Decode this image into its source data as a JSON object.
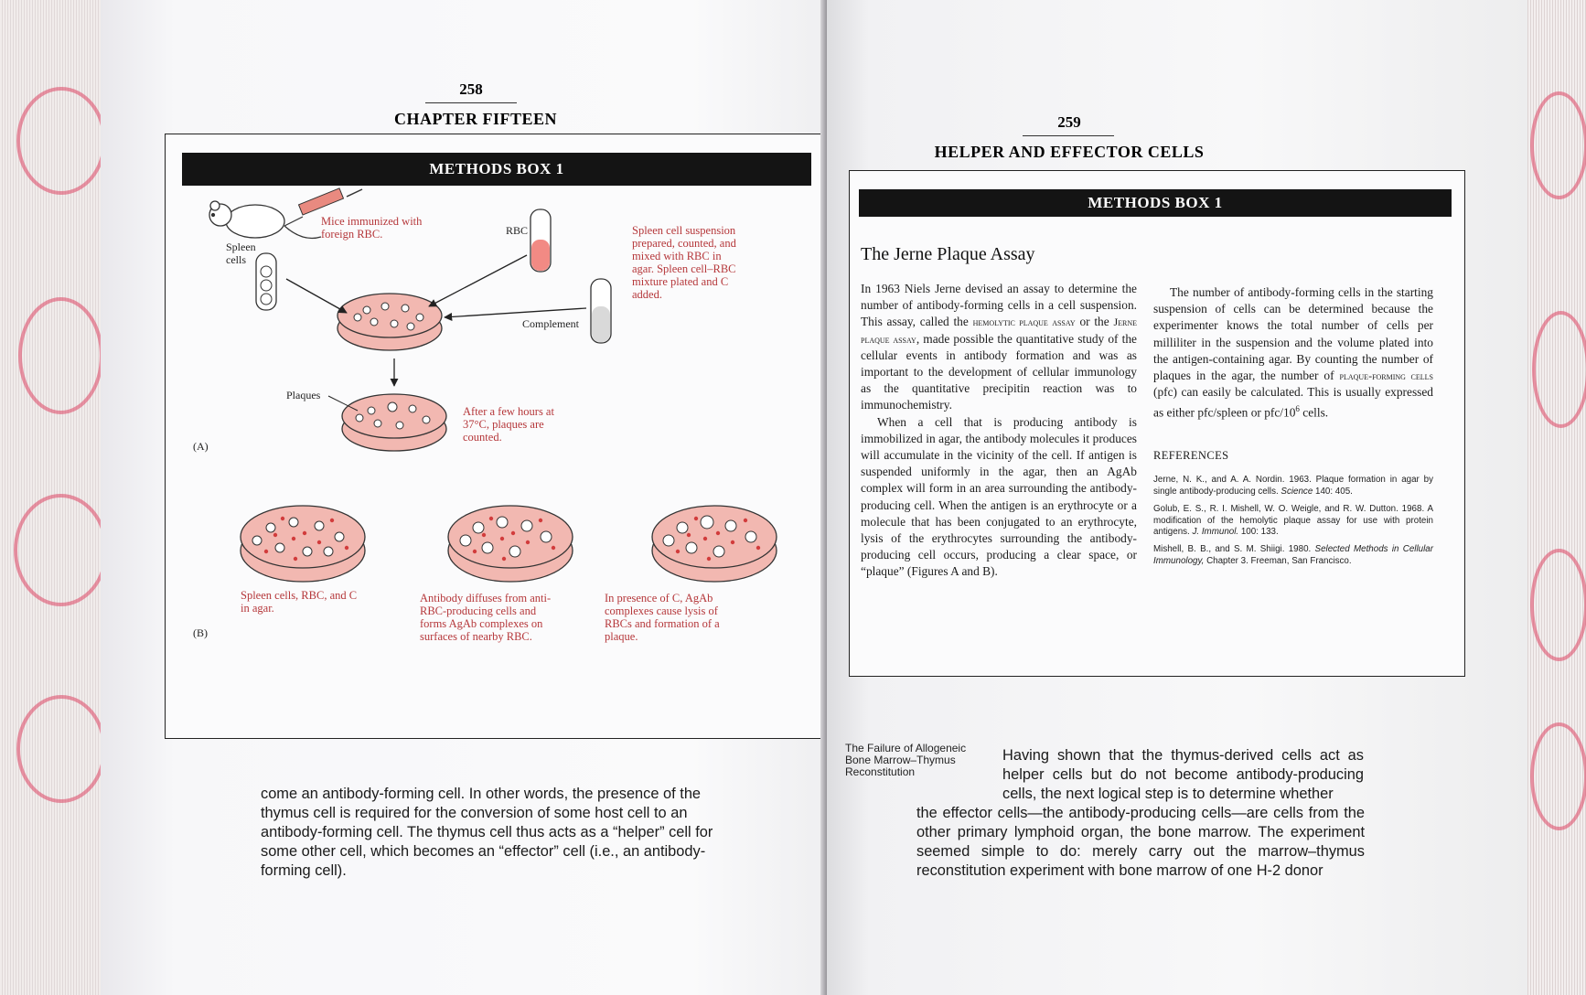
{
  "left_page": {
    "page_number": "258",
    "chapter_title": "CHAPTER FIFTEEN",
    "methods_box": {
      "title": "METHODS BOX 1",
      "labels": {
        "mice": "Mice immunized with foreign RBC.",
        "rbc": "RBC",
        "suspension": "Spleen cell suspension prepared, counted, and mixed with RBC in agar. Spleen cell–RBC mixture plated and C added.",
        "spleen_cells": "Spleen cells",
        "complement": "Complement",
        "plaques": "Plaques",
        "after_hours": "After a few hours at 37°C, plaques are counted.",
        "panel_a": "(A)",
        "panel_b": "(B)",
        "dish1": "Spleen cells, RBC, and C in agar.",
        "dish2": "Antibody diffuses from anti-RBC-producing cells and forms AgAb complexes on surfaces of nearby RBC.",
        "dish3": "In presence of C, AgAb complexes cause lysis of RBCs and formation of a plaque."
      }
    },
    "body_text": "come an antibody-forming cell. In other words, the presence of the thymus cell is required for the conversion of some host cell to an antibody-forming cell. The thymus cell thus acts as a “helper” cell for some other cell, which becomes an “effector” cell (i.e., an antibody-forming cell)."
  },
  "right_page": {
    "page_number": "259",
    "chapter_title": "HELPER AND EFFECTOR CELLS",
    "methods_box": {
      "title": "METHODS BOX 1",
      "heading": "The Jerne Plaque Assay",
      "col1_p1_a": "In 1963 Niels Jerne devised an assay to determine the number of antibody-forming cells in a cell suspension. This assay, called the ",
      "col1_term": "hemolytic plaque assay",
      "col1_p1_b": " or the ",
      "col1_term2": "Jerne plaque assay",
      "col1_p1_c": ", made possible the quantitative study of the cellular events in antibody formation and was as important to the development of cellular immunology as the quantitative precipitin reaction was to immunochemistry.",
      "col1_p2": "When a cell that is producing antibody is immobilized in agar, the antibody molecules it produces will accumulate in the vicinity of the cell. If antigen is suspended uniformly in the agar, then an AgAb complex will form in an area surrounding the antibody-producing cell. When the antigen is an erythrocyte or a molecule that has been conjugated to an erythrocyte, lysis of the erythrocytes surrounding the antibody-producing cell occurs, producing a clear space, or “plaque” (Figures A and B).",
      "col2_p1_a": "The number of antibody-forming cells in the starting suspension of cells can be determined because the experimenter knows the total number of cells per milliliter in the suspension and the volume plated into the antigen-containing agar. By counting the number of plaques in the agar, the number of ",
      "col2_term": "plaque-forming cells",
      "col2_p1_b": " (pfc) can easily be calculated. This is usually expressed as either pfc/spleen or pfc/10",
      "col2_sup": "6",
      "col2_p1_c": " cells.",
      "references_title": "REFERENCES",
      "ref1_a": "Jerne, N. K., and A. A. Nordin. 1963. Plaque formation in agar by single antibody-producing cells. ",
      "ref1_j": "Science",
      "ref1_b": " 140: 405.",
      "ref2_a": "Golub, E. S., R. I. Mishell, W. O. Weigle, and R. W. Dutton. 1968. A modification of the hemolytic plaque assay for use with protein antigens. ",
      "ref2_j": "J. Immunol.",
      "ref2_b": " 100: 133.",
      "ref3_a": "Mishell, B. B., and S. M. Shiigi. 1980. ",
      "ref3_j": "Selected Methods in Cellular Immunology,",
      "ref3_b": " Chapter 3. Freeman, San Francisco."
    },
    "margin_heading": "The Failure of Allogeneic Bone Marrow–Thymus Reconstitution",
    "body_line1": "Having shown that the thymus-derived cells act as helper cells but do not become antibody-producing cells, the next logical step is to determine whether",
    "body_rest": "the effector cells—the antibody-producing cells—are cells from the other primary lymphoid organ, the bone marrow. The experiment seemed simple to do: merely carry out the marrow–thymus reconstitution experiment with bone marrow of one H-2 donor"
  },
  "colors": {
    "dish_fill": "#f2b8b1",
    "rbc_dot": "#d23c3c",
    "label_red": "#b5373a",
    "box_bar": "#141414",
    "library_stamp": "#e0467a"
  }
}
